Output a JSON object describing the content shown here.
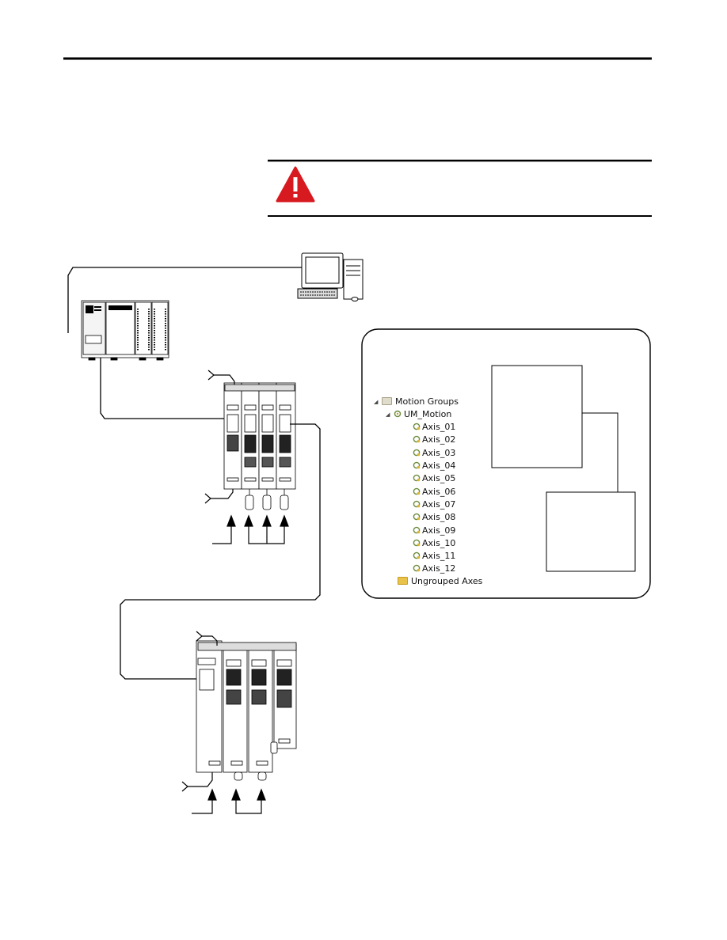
{
  "tree": {
    "root": "Motion Groups",
    "group": "UM_Motion",
    "axes": [
      "Axis_01",
      "Axis_02",
      "Axis_03",
      "Axis_04",
      "Axis_05",
      "Axis_06",
      "Axis_07",
      "Axis_08",
      "Axis_09",
      "Axis_10",
      "Axis_11",
      "Axis_12"
    ],
    "ungrouped": "Ungrouped Axes"
  },
  "colors": {
    "warning": "#d71920",
    "line": "#000000"
  },
  "icons": [
    "warning-triangle-icon",
    "computer-icon",
    "folder-icon",
    "axis-icon"
  ]
}
